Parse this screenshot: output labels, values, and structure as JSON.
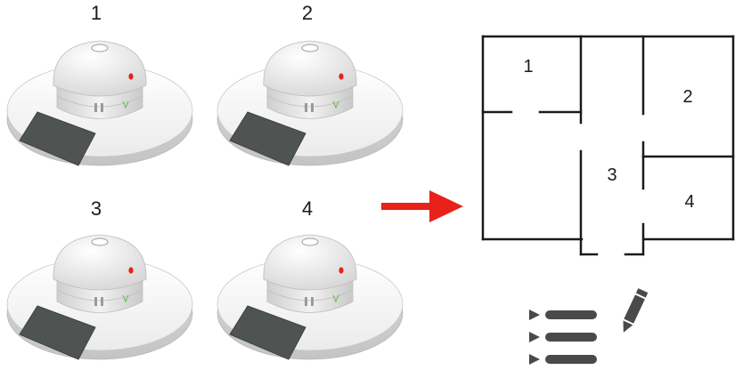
{
  "devices": [
    {
      "label": "1"
    },
    {
      "label": "2"
    },
    {
      "label": "3"
    },
    {
      "label": "4"
    }
  ],
  "floorplan": {
    "rooms": [
      {
        "label": "1"
      },
      {
        "label": "2"
      },
      {
        "label": "3"
      },
      {
        "label": "4"
      }
    ]
  },
  "icons": {
    "arrow": "arrow-right-icon",
    "list": "list-icon",
    "edit": "pencil-icon"
  },
  "colors": {
    "arrow": "#e8211b",
    "device_body": "#f0f0f0",
    "solar_panel": "#4f5351",
    "walls": "#1a1a1a",
    "list_icon": "#4a4a4a",
    "led": "#e8211b"
  }
}
